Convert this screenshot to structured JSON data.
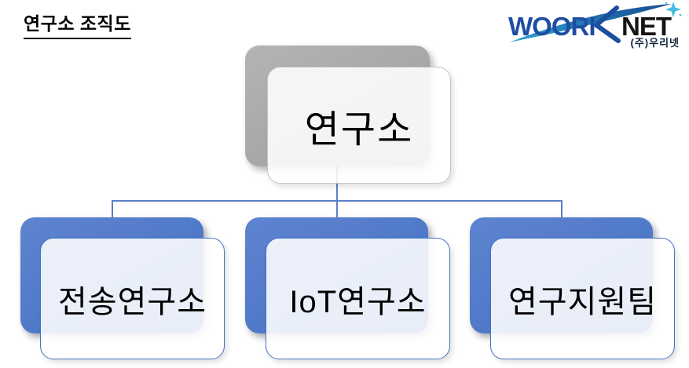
{
  "page": {
    "title": "연구소 조직도",
    "background_color": "#ffffff"
  },
  "logo": {
    "brand_primary": "WOORI",
    "brand_secondary": "NET",
    "caption": "(주)우리넷",
    "colors": {
      "brand_primary_text": "#1e4ea2",
      "brand_secondary_text": "#151515",
      "swoosh_start": "#2ba6d6",
      "swoosh_end": "#17498f",
      "star": "#45bde5",
      "caption_text": "#10223f"
    }
  },
  "org_chart": {
    "root": {
      "label": "연구소"
    },
    "children": [
      {
        "label": "전송연구소"
      },
      {
        "label": "IoT연구소"
      },
      {
        "label": "연구지원팀"
      }
    ],
    "colors": {
      "root_back_box": "#a7a7a7",
      "root_front_border": "#c4c4c4",
      "child_back_box": "#4a74c4",
      "child_front_border": "#4472c4",
      "connector": "#5b7fc7",
      "label_text": "#000000"
    }
  }
}
